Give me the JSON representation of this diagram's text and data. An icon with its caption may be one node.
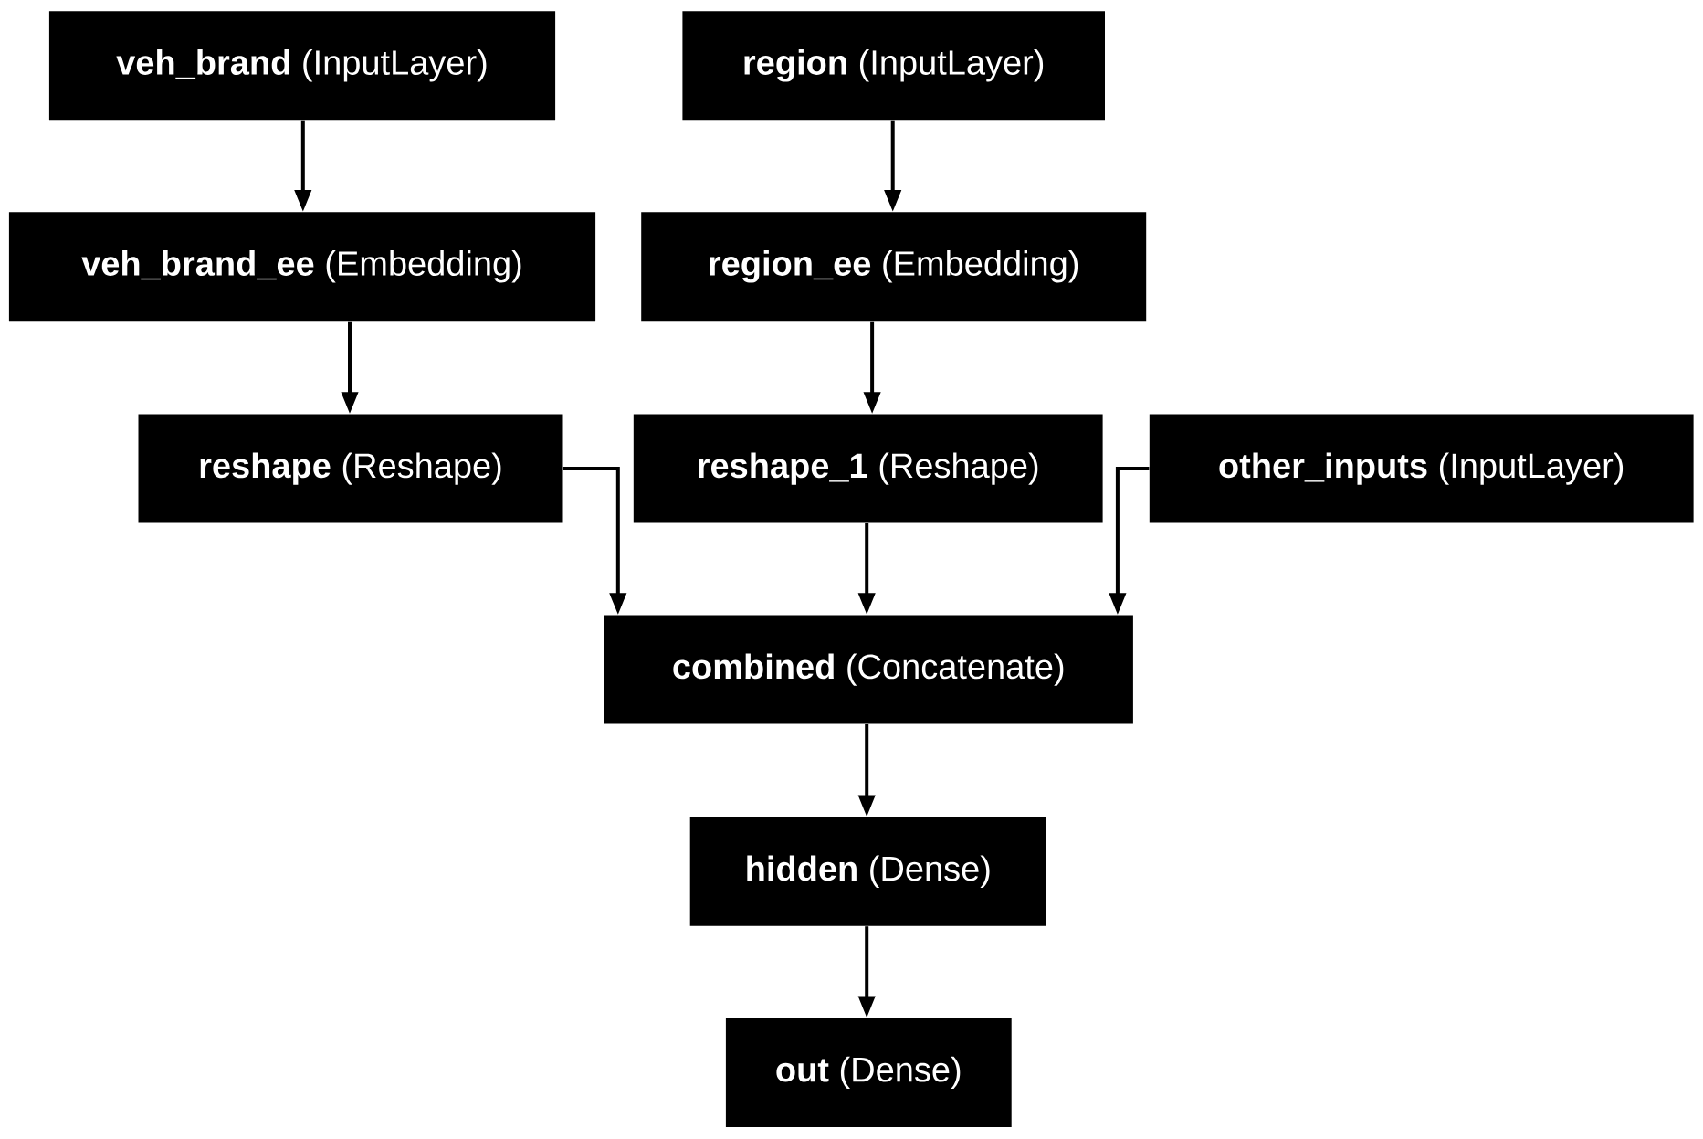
{
  "diagram": {
    "nodes": [
      {
        "text": [
          "**veh_brand** (InputLayer)"
        ]
      },
      {
        "text": [
          "**region** (InputLayer)"
        ]
      },
      {
        "text": [
          "**veh_brand_ee** (Embedding)"
        ]
      },
      {
        "text": [
          "**region_ee** (Embedding)"
        ]
      },
      {
        "text": [
          "**reshape** (Reshape)"
        ]
      },
      {
        "text": [
          "**reshape_1** (Reshape)"
        ]
      },
      {
        "text": [
          "**other_inputs** (InputLayer)"
        ]
      },
      {
        "text": [
          "**combined** (Concatenate)"
        ]
      },
      {
        "text": [
          "**hidden** (Dense)"
        ]
      },
      {
        "text": [
          "**out** (Dense)"
        ]
      }
    ],
    "edges": [
      {
        "from": 0,
        "to": 2,
        "arrow": "to"
      },
      {
        "from": 1,
        "to": 3,
        "arrow": "to"
      },
      {
        "from": 2,
        "to": 4,
        "arrow": "to"
      },
      {
        "from": 3,
        "to": 5,
        "arrow": "to"
      },
      {
        "from": 4,
        "to": 7,
        "arrow": "to"
      },
      {
        "from": 5,
        "to": 7,
        "arrow": "to"
      },
      {
        "from": 6,
        "to": 7,
        "arrow": "to"
      },
      {
        "from": 7,
        "to": 8,
        "arrow": "to"
      },
      {
        "from": 8,
        "to": 9,
        "arrow": "to"
      }
    ]
  }
}
